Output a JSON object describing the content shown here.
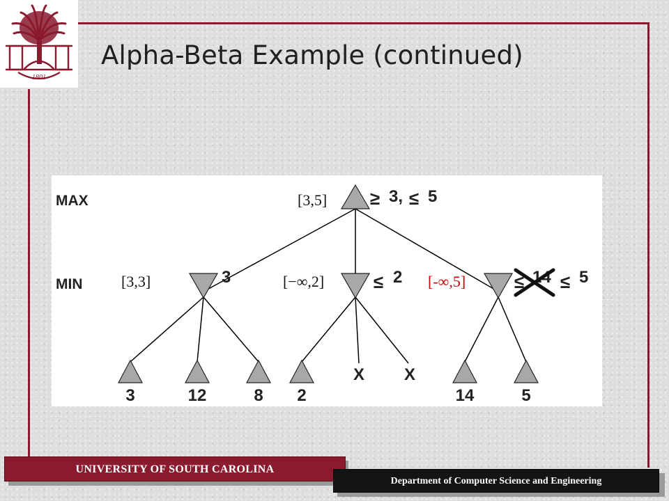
{
  "title": "Alpha-Beta Example (continued)",
  "logo": {
    "year": "1801"
  },
  "footer": {
    "university": "UNIVERSITY OF SOUTH CAROLINA",
    "department": "Department of Computer Science and Engineering"
  },
  "diagram": {
    "rows": {
      "max": "MAX",
      "min": "MIN"
    },
    "root": {
      "interval": "[3,5]",
      "bound_ge": "≥",
      "bound_ge_value": "3,",
      "bound_le": "≤",
      "bound_le_value": "5"
    },
    "min_nodes": [
      {
        "interval": "[3,3]",
        "value": "3",
        "children": [
          "3",
          "12",
          "8"
        ]
      },
      {
        "interval": "[−∞,2]",
        "bound_le": "≤",
        "value": "2",
        "children": [
          "2",
          "X",
          "X"
        ]
      },
      {
        "interval": "[-∞,5]",
        "interval_color": "#cc0000",
        "bound_le": "≤",
        "crossed_value": "14",
        "value": "5",
        "children": [
          "14",
          "5"
        ]
      }
    ]
  }
}
